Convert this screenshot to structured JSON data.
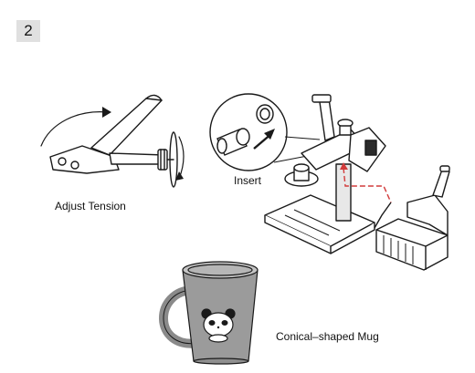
{
  "step": {
    "number": "2"
  },
  "labels": {
    "adjust_tension": "Adjust Tension",
    "insert": "Insert",
    "mug": "Conical–shaped Mug"
  },
  "colors": {
    "line": "#1a1a1a",
    "mug_body": "#9b9b9b",
    "mug_light": "#c4c4c4",
    "cable_red": "#d23b3b",
    "badge_bg": "#e0e0e0"
  }
}
